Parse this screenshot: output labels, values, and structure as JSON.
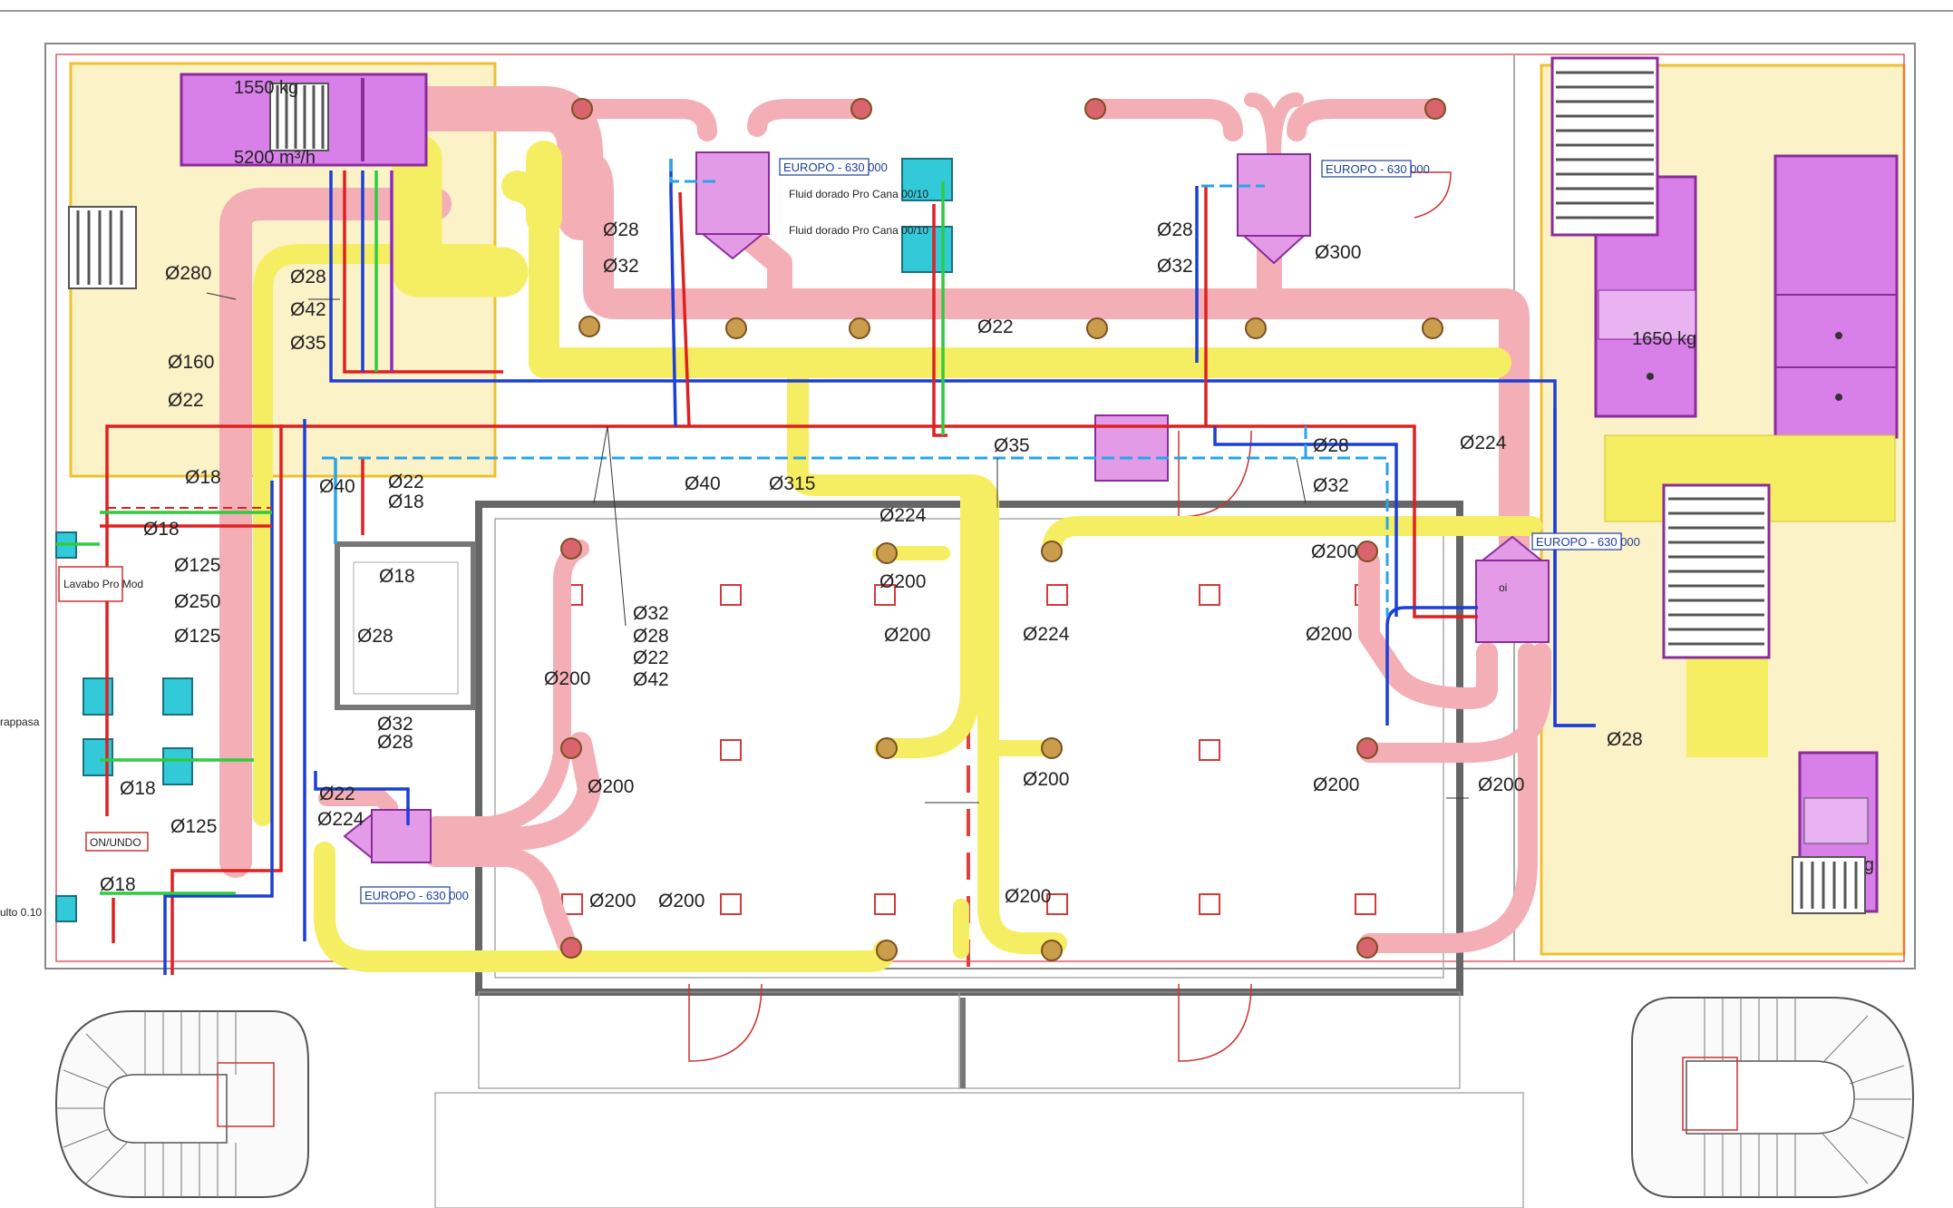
{
  "colors": {
    "supply_duct": "#f4aeb6",
    "exhaust_duct": "#f6ee62",
    "unit": "#d97fe9",
    "pipe_red": "#e02020",
    "pipe_blue": "#1c3fd6",
    "pipe_green": "#2ecc40",
    "pipe_lightblue": "#26a5e8",
    "zone_yellow": "#fbf2c8",
    "wall": "#555555"
  },
  "units": {
    "ahu_left_weight": "1550 kg",
    "ahu_left_flow": "5200 m³/h",
    "ahu_right_weight": "1650 kg",
    "ahu_small_weight": "610 kg",
    "ahu_small_label": "oi"
  },
  "equipment_tags": {
    "tag_1": "EUROPO - 630 000",
    "tag_2": "EUROPO - 630 000",
    "tag_3": "EUROPO - 630 000",
    "tag_4": "EUROPO - 630 000",
    "note_1": "Fluid dorado Pro Cana 00/10",
    "note_2": "Fluid dorado Pro Cana 00/10",
    "left_box_1": "Lavabo Pro Mod",
    "left_box_2": "ON/UNDO",
    "left_cut_1": "rappasa",
    "left_cut_2": "ulto 0.10"
  },
  "dimensions": {
    "d280": "Ø280",
    "d28_a": "Ø28",
    "d42_a": "Ø42",
    "d35_a": "Ø35",
    "d160": "Ø160",
    "d22_a": "Ø22",
    "d18_a": "Ø18",
    "d18_b": "Ø18",
    "d125_a": "Ø125",
    "d250": "Ø250",
    "d125_b": "Ø125",
    "d18_c": "Ø18",
    "d125_c": "Ø125",
    "d18_d": "Ø18",
    "d40_a": "Ø40",
    "d22_b": "Ø22",
    "d18_e": "Ø18",
    "d18_f": "Ø18",
    "d28_b": "Ø28",
    "d32_a": "Ø32",
    "d28_c": "Ø28",
    "d22_c": "Ø22",
    "d224_a": "Ø224",
    "d28_d": "Ø28",
    "d32_b": "Ø32",
    "d22_d": "Ø22",
    "d40_b": "Ø40",
    "d315": "Ø315",
    "d32_c": "Ø32",
    "d28_e": "Ø28",
    "d22_e": "Ø22",
    "d42_b": "Ø42",
    "d200_a": "Ø200",
    "d200_b": "Ø200",
    "d200_c": "Ø200",
    "d200_d": "Ø200",
    "d224_b": "Ø224",
    "d200_e": "Ø200",
    "d200_f": "Ø200",
    "d224_c": "Ø224",
    "d200_g": "Ø200",
    "d200_h": "Ø200",
    "d35_b": "Ø35",
    "d28_f": "Ø28",
    "d32_d": "Ø32",
    "d28_g": "Ø28",
    "d32_e": "Ø32",
    "d300": "Ø300",
    "d224_d": "Ø224",
    "d200_i": "Ø200",
    "d200_j": "Ø200",
    "d200_k": "Ø200",
    "d200_l": "Ø200",
    "d28_h": "Ø28"
  }
}
